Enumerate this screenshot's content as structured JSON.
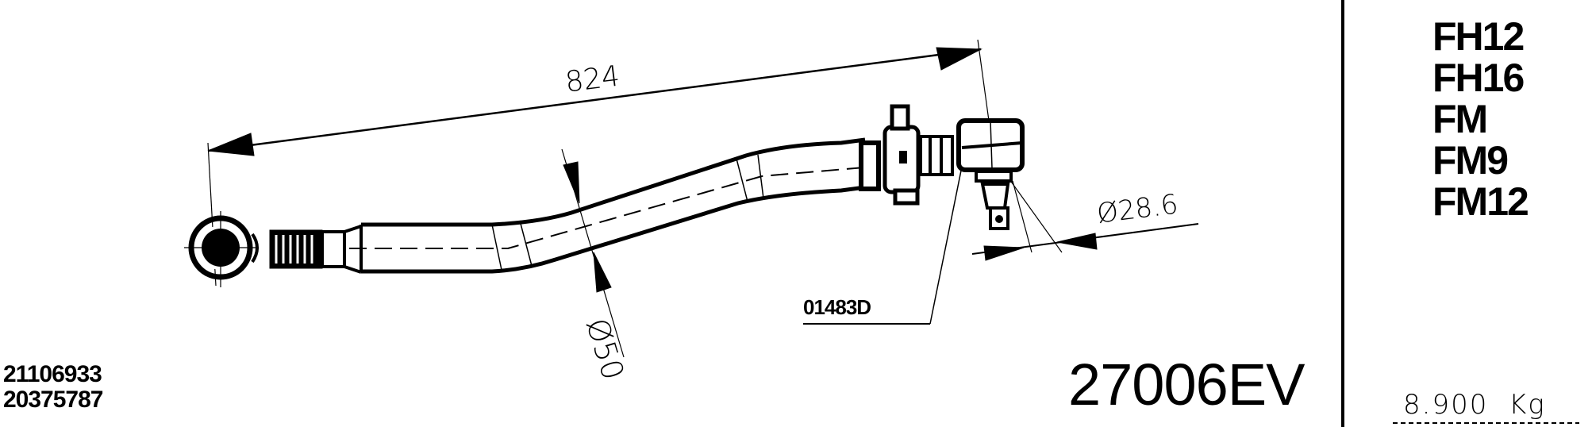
{
  "drawing": {
    "title_code": "27006EV",
    "oe_numbers": [
      "21106933",
      "20375787"
    ],
    "reference_label": "01483D",
    "dimensions": {
      "length": "824",
      "tube_diameter": "Ø50",
      "ball_pin_diameter": "Ø28.6"
    }
  },
  "sidebar": {
    "applications": [
      "FH12",
      "FH16",
      "FM",
      "FM9",
      "FM12"
    ],
    "weight": "8.900  Kg"
  },
  "colors": {
    "ink": "#000000",
    "paper": "#ffffff"
  }
}
